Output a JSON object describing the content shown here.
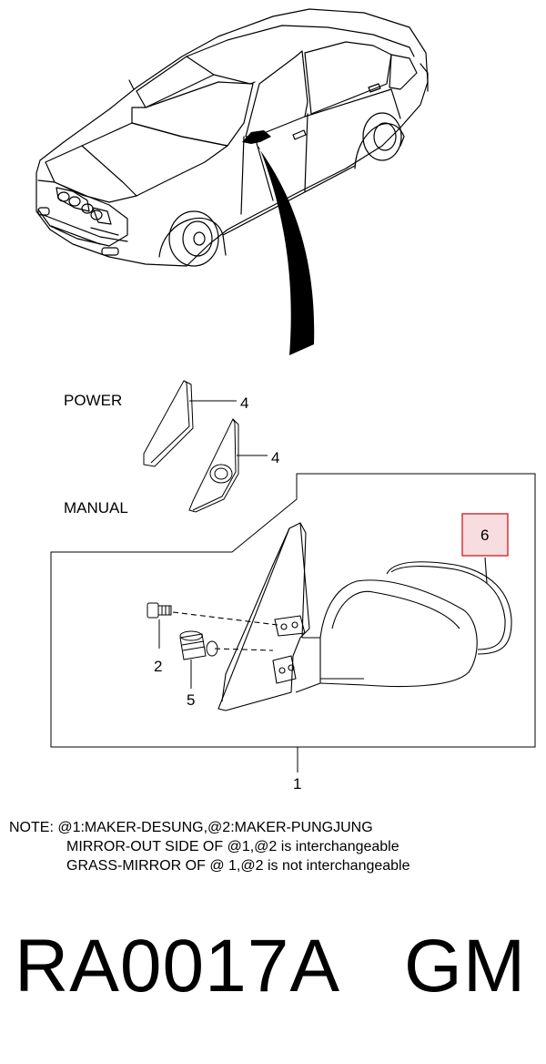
{
  "labels": {
    "power": "POWER",
    "manual": "MANUAL"
  },
  "callouts": {
    "c4a": "4",
    "c4b": "4",
    "c6": "6",
    "c2": "2",
    "c5": "5",
    "c1": "1"
  },
  "note": {
    "line1": "NOTE: @1:MAKER-DESUNG,@2:MAKER-PUNGJUNG",
    "line2": "MIRROR-OUT SIDE OF @1,@2 is interchangeable",
    "line3": "GRASS-MIRROR OF @ 1,@2 is not interchangeable"
  },
  "part": {
    "code": "RA0017A",
    "brand": "GM"
  },
  "colors": {
    "highlight_border": "#d9343a",
    "highlight_fill": "#f7dde0",
    "line": "#000000"
  }
}
